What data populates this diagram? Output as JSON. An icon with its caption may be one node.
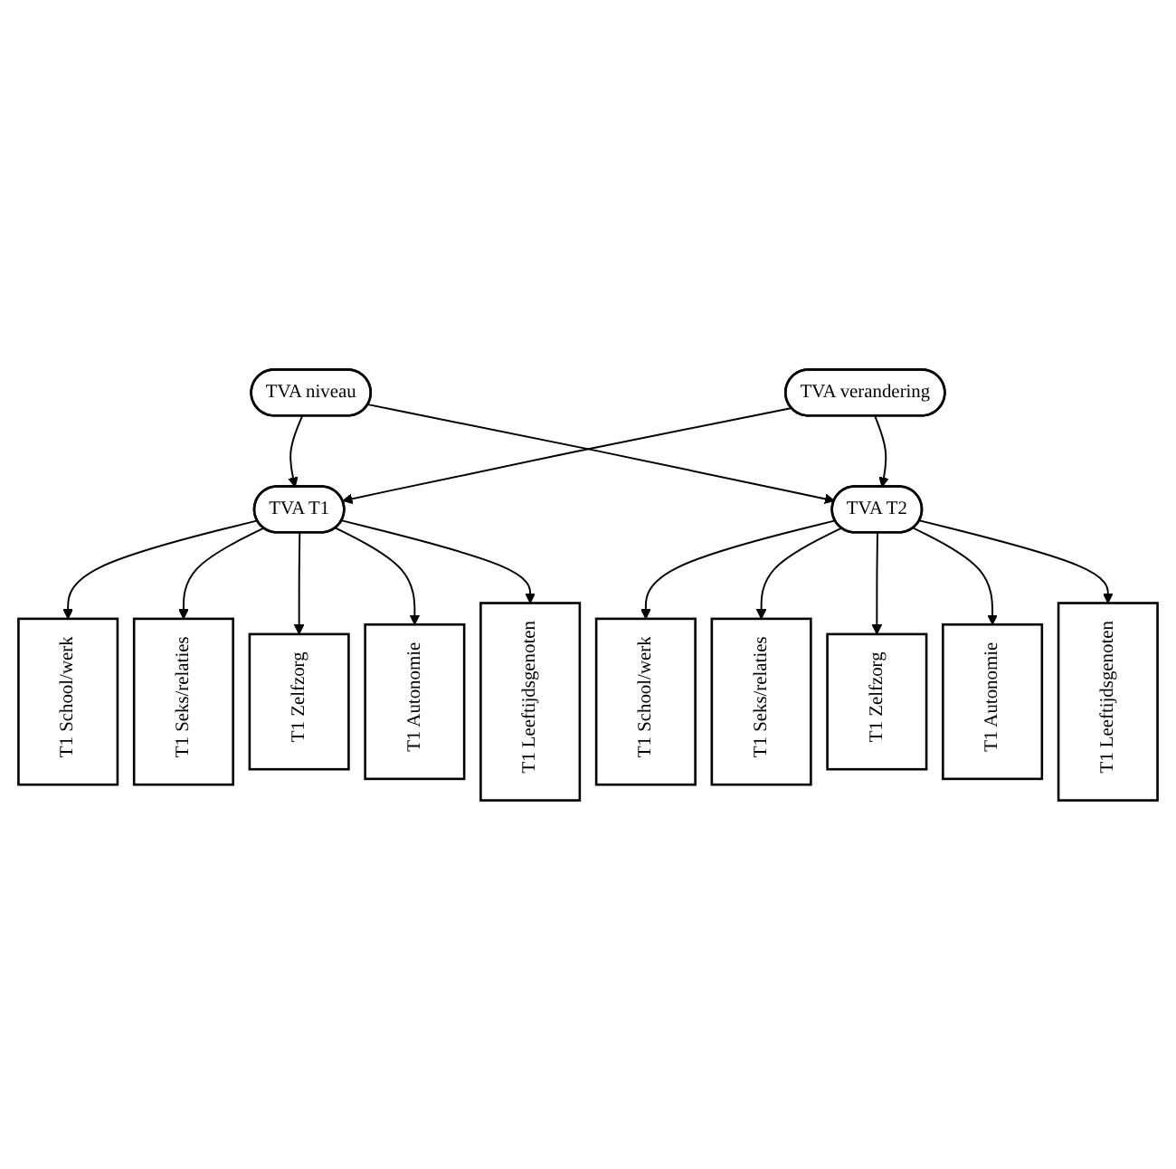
{
  "diagram": {
    "nodes": [
      {
        "text": [
          "TVA niveau"
        ]
      },
      {
        "text": [
          "TVA verandering"
        ]
      },
      {
        "text": [
          "TVA T1"
        ]
      },
      {
        "text": [
          "TVA T2"
        ]
      },
      {
        "text": [
          "T1 School/werk"
        ]
      },
      {
        "text": [
          "T1 Seks/relaties"
        ]
      },
      {
        "text": [
          "T1 Zelfzorg"
        ]
      },
      {
        "text": [
          "T1 Autonomie"
        ]
      },
      {
        "text": [
          "T1 Leeftijdsgenoten"
        ]
      },
      {
        "text": [
          "T1 School/werk"
        ]
      },
      {
        "text": [
          "T1 Seks/relaties"
        ]
      },
      {
        "text": [
          "T1 Zelfzorg"
        ]
      },
      {
        "text": [
          "T1 Autonomie"
        ]
      },
      {
        "text": [
          "T1 Leeftijdsgenoten"
        ]
      }
    ],
    "edges": [
      {
        "from": 0,
        "to": 2,
        "arrow": "to"
      },
      {
        "from": 0,
        "to": 3,
        "arrow": "to"
      },
      {
        "from": 1,
        "to": 2,
        "arrow": "to"
      },
      {
        "from": 1,
        "to": 3,
        "arrow": "to"
      },
      {
        "from": 2,
        "to": 4,
        "arrow": "to"
      },
      {
        "from": 2,
        "to": 5,
        "arrow": "to"
      },
      {
        "from": 2,
        "to": 6,
        "arrow": "to"
      },
      {
        "from": 2,
        "to": 7,
        "arrow": "to"
      },
      {
        "from": 2,
        "to": 8,
        "arrow": "to"
      },
      {
        "from": 3,
        "to": 9,
        "arrow": "to"
      },
      {
        "from": 3,
        "to": 10,
        "arrow": "to"
      },
      {
        "from": 3,
        "to": 11,
        "arrow": "to"
      },
      {
        "from": 3,
        "to": 12,
        "arrow": "to"
      },
      {
        "from": 3,
        "to": 13,
        "arrow": "to"
      }
    ]
  }
}
